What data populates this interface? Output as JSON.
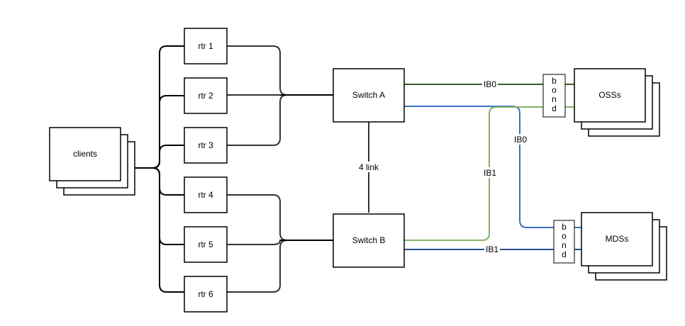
{
  "nodes": {
    "clients": "clients",
    "rtr1": "rtr 1",
    "rtr2": "rtr 2",
    "rtr3": "rtr 3",
    "rtr4": "rtr 4",
    "rtr5": "rtr 5",
    "rtr6": "rtr 6",
    "switch_a": "Switch A",
    "switch_b": "Switch B",
    "osss": "OSSs",
    "mdss": "MDSs",
    "bond_top": [
      "b",
      "o",
      "n",
      "d"
    ],
    "bond_bottom": [
      "b",
      "o",
      "n",
      "d"
    ]
  },
  "edge_labels": {
    "link": "4 link",
    "ib0_top": "IB0",
    "ib0_vertical": "IB0",
    "ib1_vertical": "IB1",
    "ib1_bottom": "IB1"
  },
  "colors": {
    "ib_green": "#82b366",
    "ib_blue": "#3a6fc4"
  }
}
